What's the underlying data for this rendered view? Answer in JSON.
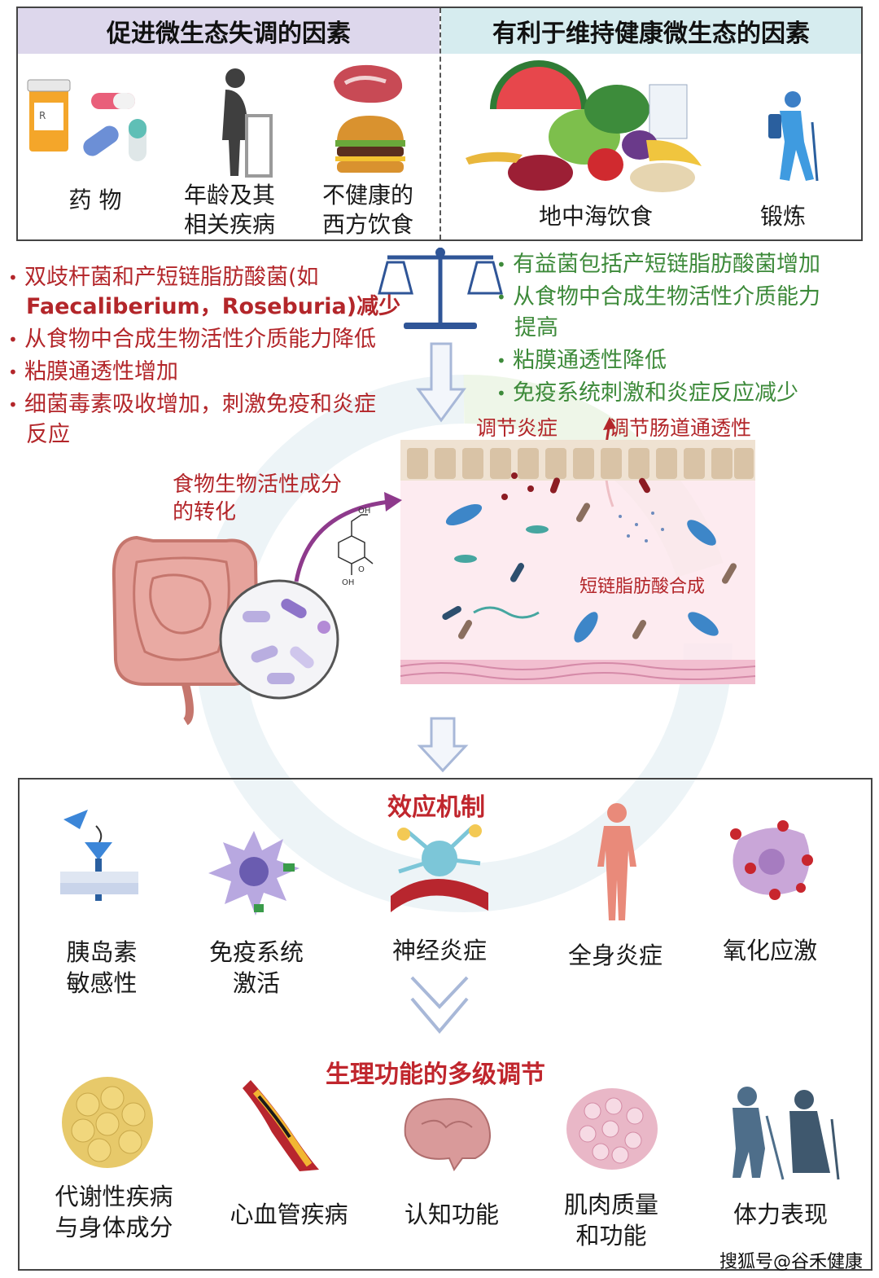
{
  "top": {
    "left_header": "促进微生态失调的因素",
    "right_header": "有利于维持健康微生态的因素",
    "left_items": [
      "药 物",
      "年龄及其\n相关疾病",
      "不健康的\n西方饮食"
    ],
    "right_items": [
      "地中海饮食",
      "锻炼"
    ]
  },
  "dysbiosis_effects": [
    "双歧杆菌和产短链脂肪酸菌(如",
    "Faecaliberium，Roseburia)减少",
    "从食物中合成生物活性介质能力降低",
    "粘膜通透性增加",
    "细菌毒素吸收增加，刺激免疫和炎症",
    "反应"
  ],
  "healthy_effects": [
    "有益菌包括产短链脂肪酸菌增加",
    "从食物中合成生物活性介质能力",
    "提高",
    "粘膜通透性降低",
    "免疫系统刺激和炎症反应减少"
  ],
  "middle": {
    "regulate_inflammation": "调节炎症",
    "regulate_permeability": "调节肠道通透性",
    "transformation": "食物生物活性成分\n的转化",
    "scfa": "短链脂肪酸合成",
    "oh_label": "OH",
    "oh_label2": "OH",
    "o_label": "O"
  },
  "effects": {
    "title": "效应机制",
    "items": [
      "胰岛素\n敏感性",
      "免疫系统\n激活",
      "神经炎症",
      "全身炎症",
      "氧化应激"
    ]
  },
  "physiology": {
    "title": "生理功能的多级调节",
    "items": [
      "代谢性疾病\n与身体成分",
      "心血管疾病",
      "认知功能",
      "肌肉质量\n和功能",
      "体力表现"
    ]
  },
  "watermark": "搜狐号@谷禾健康",
  "colors": {
    "red": "#b3262a",
    "green": "#3d8a3a",
    "left_header_bg": "#ddd7ec",
    "right_header_bg": "#d6ecef",
    "arrow": "#a8b8d8"
  }
}
